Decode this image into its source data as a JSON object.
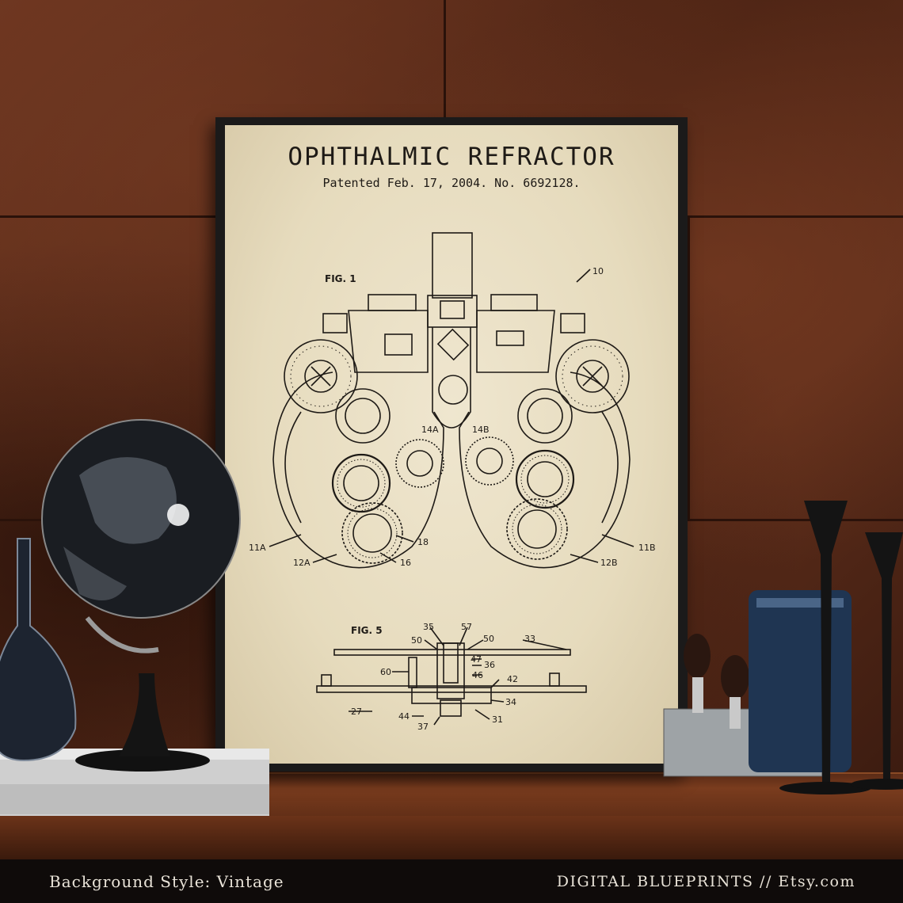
{
  "poster": {
    "title": "OPHTHALMIC REFRACTOR",
    "subtitle": "Patented Feb. 17, 2004.   No. 6692128."
  },
  "figures": {
    "fig1_label": "FIG. 1",
    "fig5_label": "FIG. 5",
    "fig1_refs": {
      "r10": "10",
      "r14a": "14A",
      "r14b": "14B",
      "r11a": "11A",
      "r11b": "11B",
      "r12a": "12A",
      "r12b": "12B",
      "r16": "16",
      "r18": "18"
    },
    "fig5_refs": {
      "r35": "35",
      "r57": "57",
      "r50a": "50",
      "r50b": "50",
      "r33": "33",
      "r47": "47",
      "r36": "36",
      "r60": "60",
      "r46": "46",
      "r42": "42",
      "r27": "27",
      "r34": "34",
      "r44": "44",
      "r31": "31",
      "r37": "37"
    }
  },
  "caption": {
    "left": "Background Style: Vintage",
    "right": "DIGITAL BLUEPRINTS // Etsy.com"
  },
  "colors": {
    "wall": "#5d2d1a",
    "paper": "#e6dbbd",
    "ink": "#1e1a16",
    "caption_bar": "#0f0b0a"
  }
}
